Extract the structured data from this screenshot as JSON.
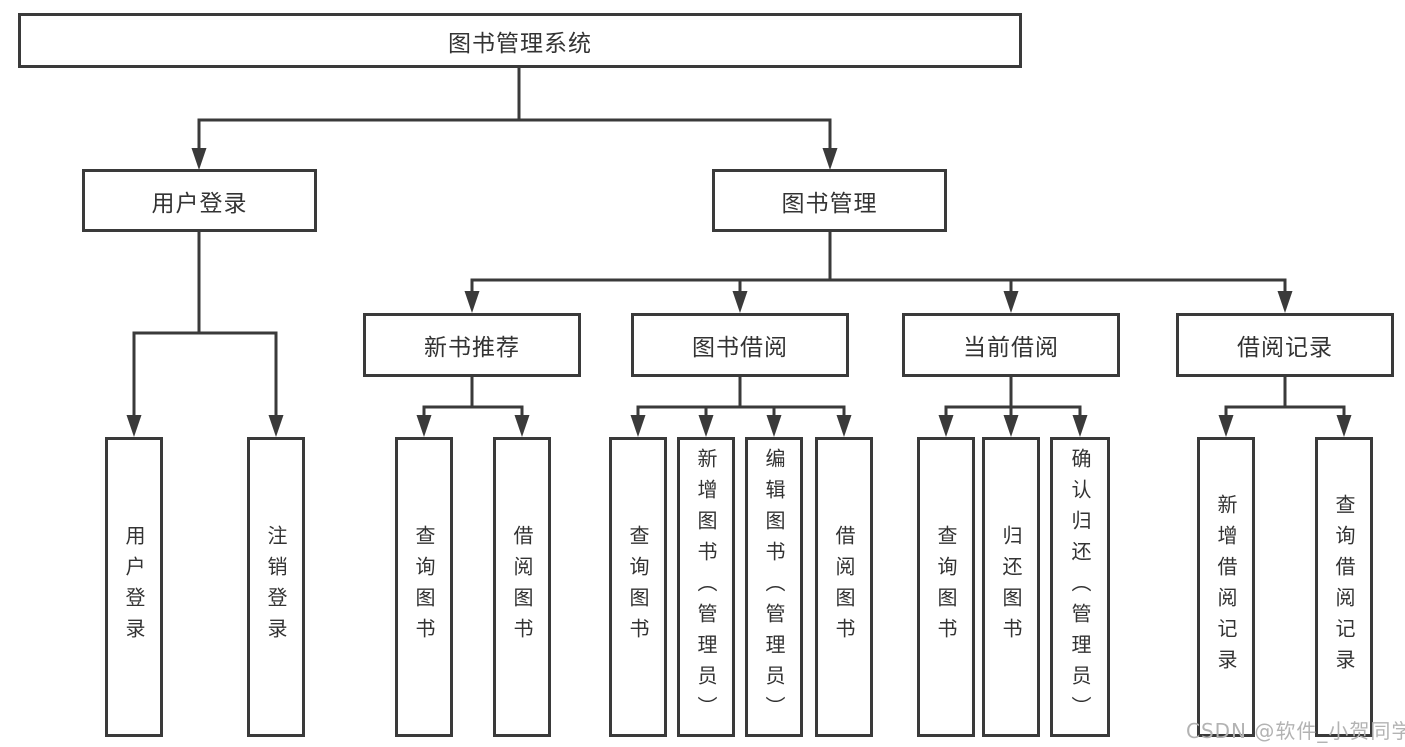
{
  "colors": {
    "box_border": "#3a3a3a",
    "connector": "#3a3a3a",
    "text": "#333333",
    "background": "#ffffff",
    "watermark": "#b3b3b3"
  },
  "watermark": {
    "text": "CSDN @软件_小贺同学"
  },
  "tree": {
    "root": {
      "label": "图书管理系统",
      "children": [
        {
          "label": "用户登录",
          "children": [
            {
              "label": "用户登录"
            },
            {
              "label": "注销登录"
            }
          ]
        },
        {
          "label": "图书管理",
          "children": [
            {
              "label": "新书推荐",
              "children": [
                {
                  "label": "查询图书"
                },
                {
                  "label": "借阅图书"
                }
              ]
            },
            {
              "label": "图书借阅",
              "children": [
                {
                  "label": "查询图书"
                },
                {
                  "label": "新增图书（管理员）"
                },
                {
                  "label": "编辑图书（管理员）"
                },
                {
                  "label": "借阅图书"
                }
              ]
            },
            {
              "label": "当前借阅",
              "children": [
                {
                  "label": "查询图书"
                },
                {
                  "label": "归还图书"
                },
                {
                  "label": "确认归还（管理员）"
                }
              ]
            },
            {
              "label": "借阅记录",
              "children": [
                {
                  "label": "新增借阅记录"
                },
                {
                  "label": "查询借阅记录"
                }
              ]
            }
          ]
        }
      ]
    }
  }
}
